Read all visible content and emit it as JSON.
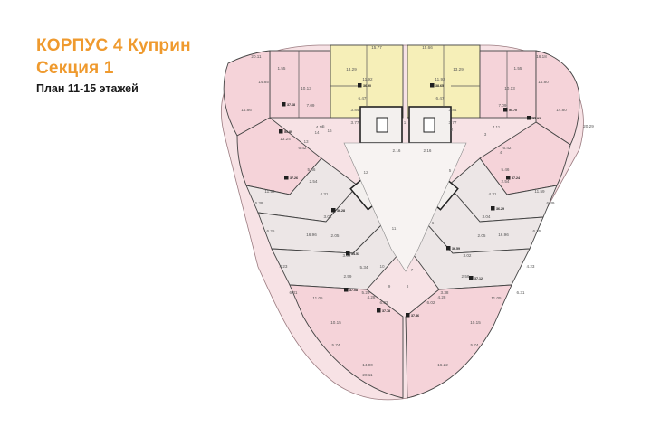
{
  "title": {
    "line1": "КОРПУС 4 Куприн",
    "line2": "Секция 1",
    "line3": "План 11-15 этажей"
  },
  "colors": {
    "title_accent": "#ef9a2e",
    "pink_unit": "#f6d7dc",
    "pink_outer": "#f9e3e6",
    "yellow_unit": "#f6efb8",
    "grey_unit": "#ece8e8",
    "core_fill": "#f3f0ee",
    "wall": "#3a3a3a"
  },
  "labels": [
    {
      "t": "15.77"
    },
    {
      "t": "15.66"
    },
    {
      "t": "13.29"
    },
    {
      "t": "13.29"
    },
    {
      "t": "11.92"
    },
    {
      "t": "11.92"
    },
    {
      "t": "6.47"
    },
    {
      "t": "6.47"
    },
    {
      "t": "3.84"
    },
    {
      "t": "3.84"
    },
    {
      "t": "3.77"
    },
    {
      "t": "3.77"
    },
    {
      "t": "20.11"
    },
    {
      "t": "16.18"
    },
    {
      "t": "14.85"
    },
    {
      "t": "14.80"
    },
    {
      "t": "14.86"
    },
    {
      "t": "14.80"
    },
    {
      "t": "10.13"
    },
    {
      "t": "10.13"
    },
    {
      "t": "13.24"
    },
    {
      "t": "20.29"
    },
    {
      "t": "1.55"
    },
    {
      "t": "1.55"
    },
    {
      "t": "7.09"
    },
    {
      "t": "7.09"
    },
    {
      "t": "4.11"
    },
    {
      "t": "4.11"
    },
    {
      "t": "6.42"
    },
    {
      "t": "6.42"
    },
    {
      "t": "5.46"
    },
    {
      "t": "5.46"
    },
    {
      "t": "2.54"
    },
    {
      "t": "2.54"
    },
    {
      "t": "4.31"
    },
    {
      "t": "4.31"
    },
    {
      "t": "11.50"
    },
    {
      "t": "11.59"
    },
    {
      "t": "6.39"
    },
    {
      "t": "6.39"
    },
    {
      "t": "3.04"
    },
    {
      "t": "3.04"
    },
    {
      "t": "16.96"
    },
    {
      "t": "16.96"
    },
    {
      "t": "2.05"
    },
    {
      "t": "2.05"
    },
    {
      "t": "6.25"
    },
    {
      "t": "6.25"
    },
    {
      "t": "3.02"
    },
    {
      "t": "3.02"
    },
    {
      "t": "2.59"
    },
    {
      "t": "2.59"
    },
    {
      "t": "5.34"
    },
    {
      "t": "4.23"
    },
    {
      "t": "4.23"
    },
    {
      "t": "6.31"
    },
    {
      "t": "6.31"
    },
    {
      "t": "11.05"
    },
    {
      "t": "11.05"
    },
    {
      "t": "4.28"
    },
    {
      "t": "4.28"
    },
    {
      "t": "6.02"
    },
    {
      "t": "6.02"
    },
    {
      "t": "10.15"
    },
    {
      "t": "10.15"
    },
    {
      "t": "5.74"
    },
    {
      "t": "5.74"
    },
    {
      "t": "14.00"
    },
    {
      "t": "16.22"
    },
    {
      "t": "20.11"
    },
    {
      "t": "2.16"
    },
    {
      "t": "2.16"
    },
    {
      "t": "5.29"
    },
    {
      "t": "3.38"
    }
  ],
  "unit_tags": [
    {
      "t": "36.90"
    },
    {
      "t": "38.65"
    },
    {
      "t": "37.68"
    },
    {
      "t": "55.70"
    },
    {
      "t": "55.89"
    },
    {
      "t": "57.93"
    },
    {
      "t": "37.26"
    },
    {
      "t": "37.24"
    },
    {
      "t": "36.28"
    },
    {
      "t": "36.29"
    },
    {
      "t": "34.53"
    },
    {
      "t": "36.59"
    },
    {
      "t": "37.08"
    },
    {
      "t": "37.12"
    },
    {
      "t": "37.78"
    },
    {
      "t": "37.86"
    }
  ],
  "numbers": [
    {
      "t": "1"
    },
    {
      "t": "2"
    },
    {
      "t": "3"
    },
    {
      "t": "4"
    },
    {
      "t": "5"
    },
    {
      "t": "6"
    },
    {
      "t": "7"
    },
    {
      "t": "8"
    },
    {
      "t": "9"
    },
    {
      "t": "10"
    },
    {
      "t": "11"
    },
    {
      "t": "12"
    },
    {
      "t": "13"
    },
    {
      "t": "14"
    },
    {
      "t": "15"
    },
    {
      "t": "16"
    }
  ]
}
